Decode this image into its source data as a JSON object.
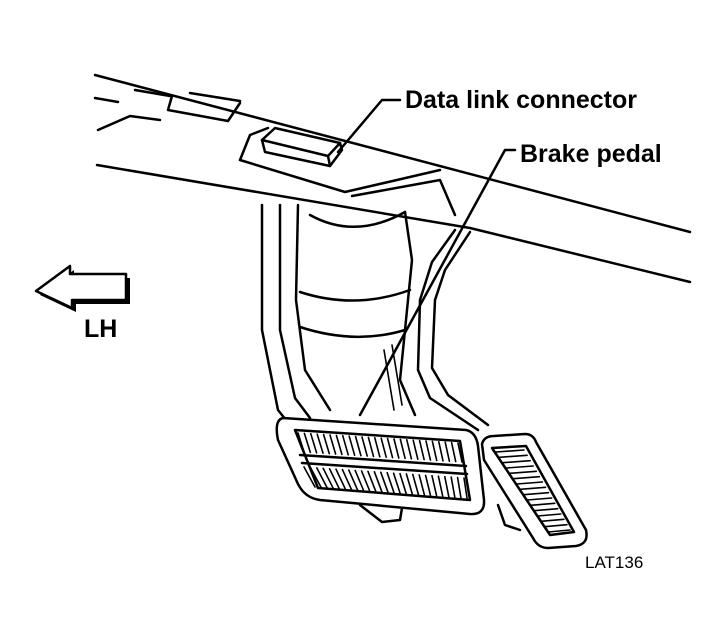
{
  "labels": {
    "data_link_connector": "Data link connector",
    "brake_pedal": "Brake pedal",
    "direction": "LH",
    "figure_code": "LAT136"
  },
  "colors": {
    "line": "#000000",
    "background": "#ffffff"
  }
}
